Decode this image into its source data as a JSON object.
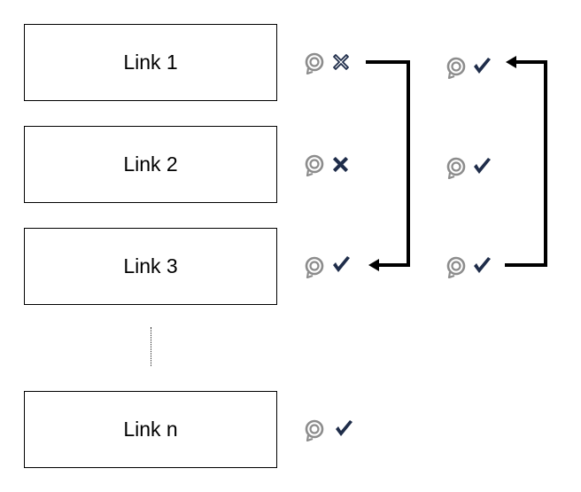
{
  "links": [
    {
      "label": "Link 1"
    },
    {
      "label": "Link 2"
    },
    {
      "label": "Link 3"
    },
    {
      "label": "Link n"
    }
  ],
  "colors": {
    "box_border": "#000000",
    "sync_icon": "#8c8c8c",
    "check_icon": "#1f2d4a",
    "cross_icon": "#1f2d4a",
    "arrow": "#000000"
  },
  "icons": {
    "sync": "sync-icon",
    "check": "checkmark-icon",
    "cross_outline": "cross-outline-icon",
    "cross_filled": "cross-filled-icon"
  }
}
